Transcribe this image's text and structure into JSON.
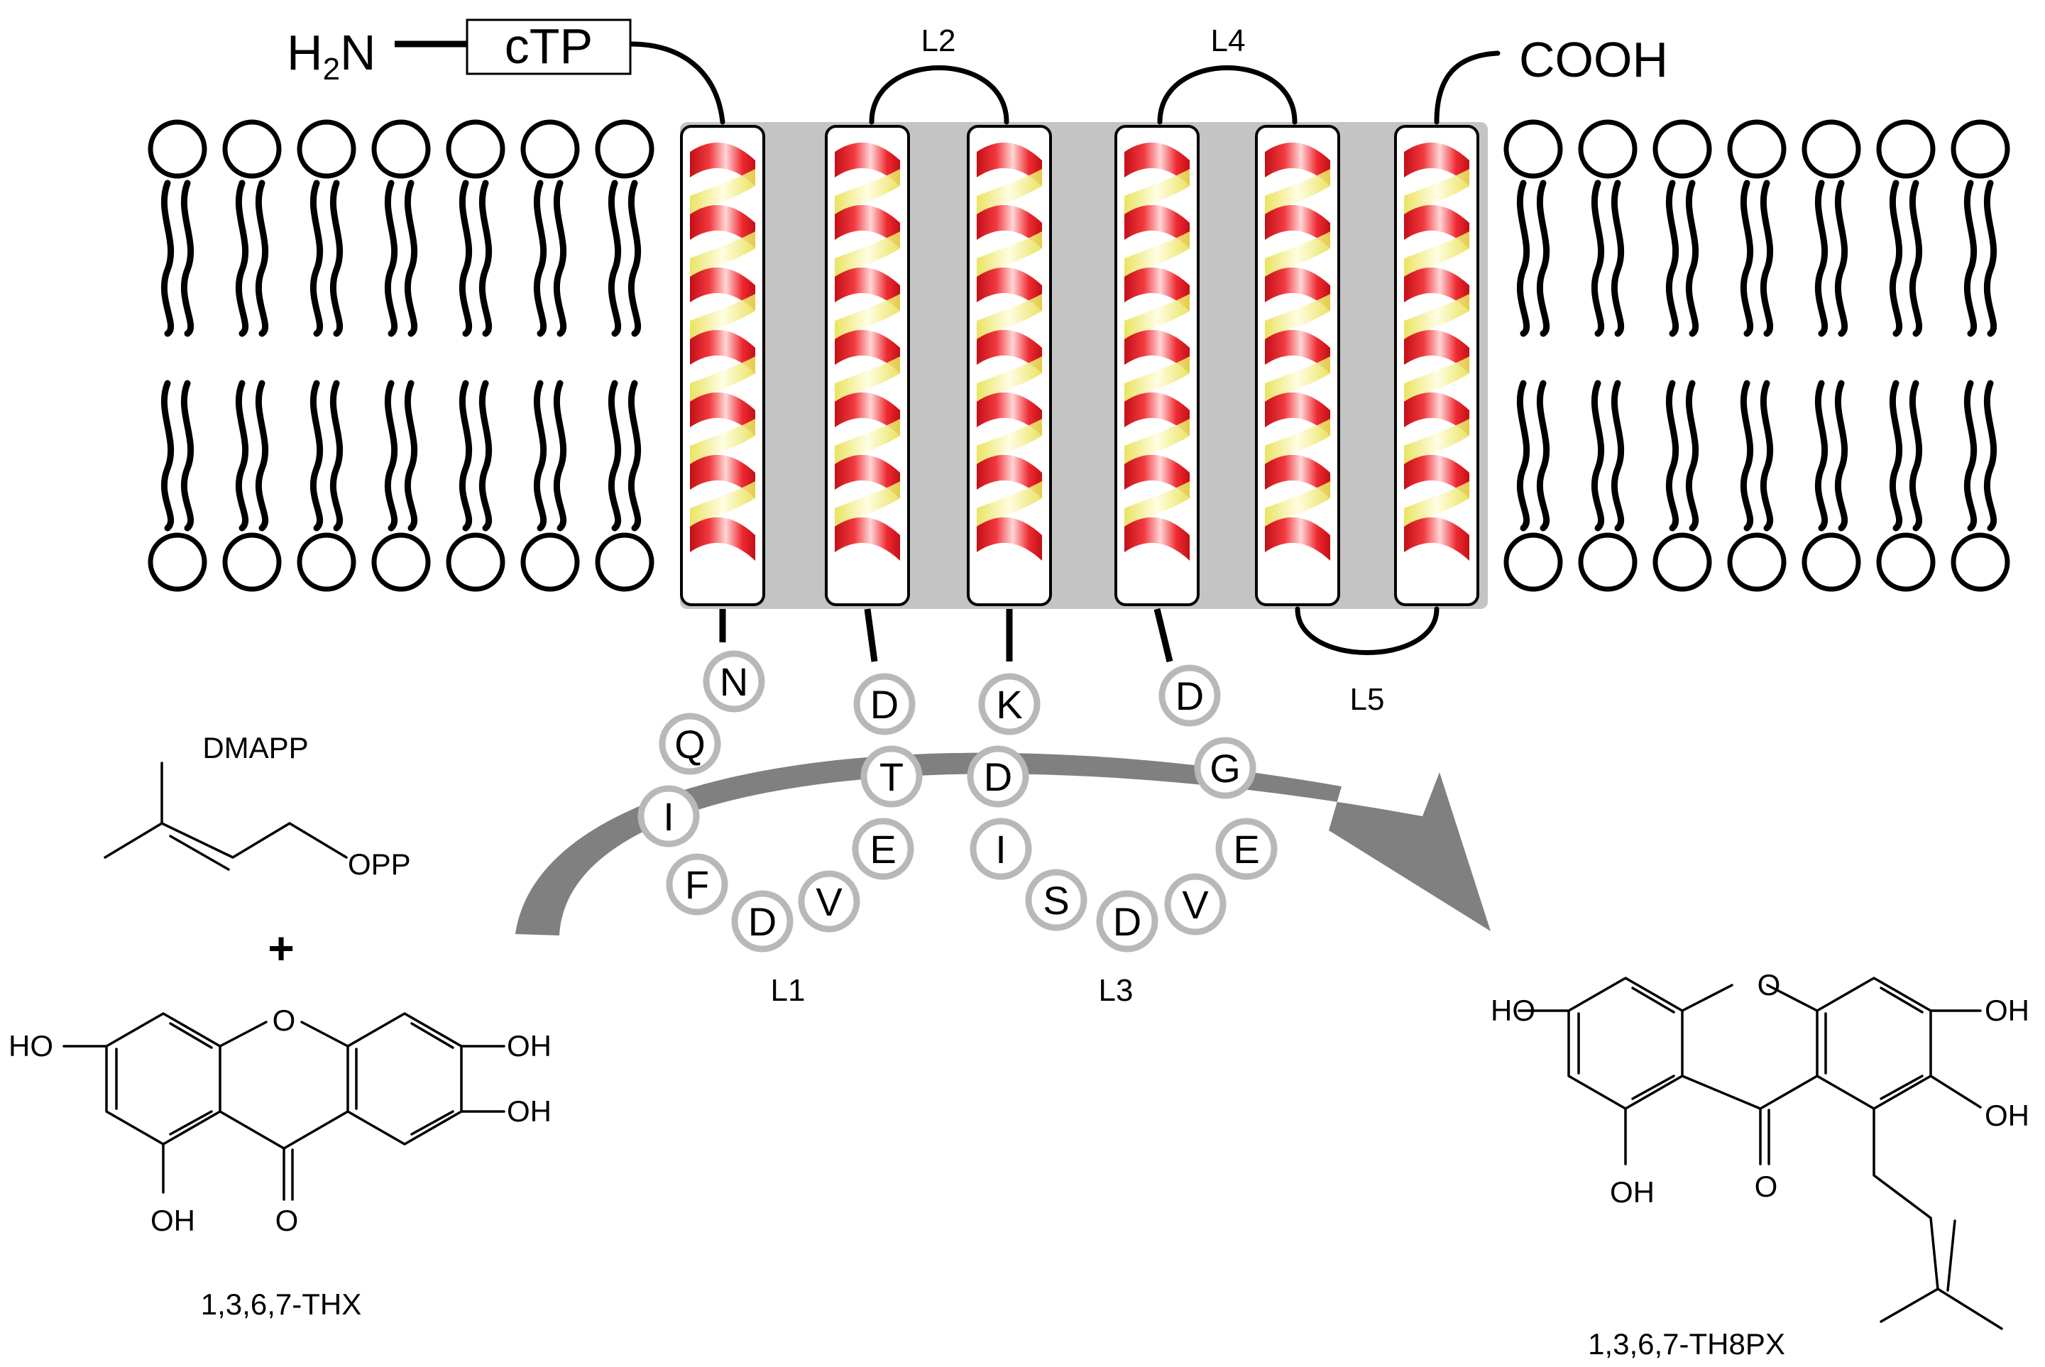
{
  "membrane": {
    "n_terminus": "H2N",
    "n_terminus_base": "H",
    "n_terminus_sub": "2",
    "n_terminus_tail": "N",
    "signal_peptide": "cTP",
    "c_terminus": "COOH"
  },
  "loops": {
    "L1": "L1",
    "L2": "L2",
    "L3": "L3",
    "L4": "L4",
    "L5": "L5"
  },
  "motif_L1": [
    "N",
    "Q",
    "I",
    "F",
    "D",
    "V",
    "E",
    "T",
    "D"
  ],
  "motif_L3": [
    "K",
    "D",
    "I",
    "S",
    "D",
    "V",
    "E",
    "G",
    "D"
  ],
  "substrates": {
    "dmapp_label": "DMAPP",
    "dmapp_group": "OPP",
    "plus": "+",
    "thx_label": "1,3,6,7-THX"
  },
  "product": {
    "label": "1,3,6,7-TH8PX"
  },
  "atoms": {
    "ho": "HO",
    "oh": "OH",
    "o": "O"
  },
  "colors": {
    "helix_red": "#e8232b",
    "helix_yellow": "#f5f07a",
    "membrane_gray": "#c4c4c4",
    "arrow_gray": "#808080",
    "residue_border": "#b8b8b8"
  }
}
